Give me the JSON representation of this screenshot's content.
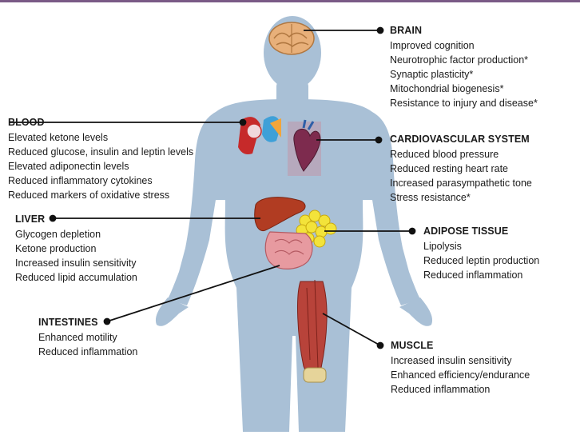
{
  "colors": {
    "accent_line": "#7a5a86",
    "body_silhouette": "#a9c0d6",
    "leader_line": "#111111",
    "text": "#1a1a1a"
  },
  "organs": {
    "brain": {
      "title": "BRAIN",
      "items": [
        "Improved cognition",
        "Neurotrophic factor production*",
        "Synaptic plasticity*",
        "Mitochondrial biogenesis*",
        "Resistance to injury and disease*"
      ]
    },
    "blood": {
      "title": "BLOOD",
      "items": [
        "Elevated ketone levels",
        "Reduced glucose, insulin and leptin levels",
        "Elevated adiponectin levels",
        "Reduced inflammatory cytokines",
        "Reduced markers of oxidative stress"
      ]
    },
    "cardio": {
      "title": "CARDIOVASCULAR SYSTEM",
      "items": [
        "Reduced blood pressure",
        "Reduced resting heart rate",
        "Increased parasympathetic tone",
        "Stress resistance*"
      ]
    },
    "liver": {
      "title": "LIVER",
      "items": [
        "Glycogen depletion",
        "Ketone production",
        "Increased insulin sensitivity",
        "Reduced lipid accumulation"
      ]
    },
    "adipose": {
      "title": "ADIPOSE TISSUE",
      "items": [
        "Lipolysis",
        "Reduced leptin production",
        "Reduced inflammation"
      ]
    },
    "intestines": {
      "title": "INTESTINES",
      "items": [
        "Enhanced motility",
        "Reduced inflammation"
      ]
    },
    "muscle": {
      "title": "MUSCLE",
      "items": [
        "Increased insulin sensitivity",
        "Enhanced efficiency/endurance",
        "Reduced inflammation"
      ]
    }
  }
}
